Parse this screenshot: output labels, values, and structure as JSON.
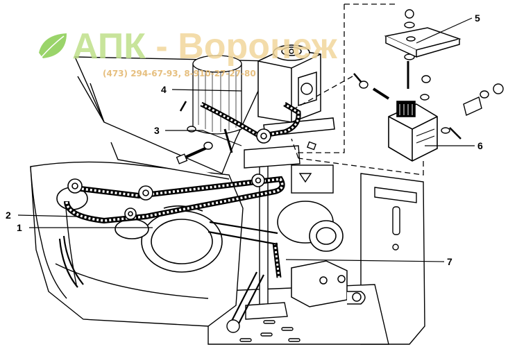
{
  "watermark": {
    "brand_left": "АПК",
    "brand_dash": " - ",
    "brand_right": "Воронеж",
    "phones": "(473) 294-67-93, 8-910-27-27-80",
    "leaf_color": "#8fcf5a",
    "text_color_left": "#bfe08a",
    "text_color_right": "#f1d79c"
  },
  "callouts": [
    {
      "id": "1",
      "label": "1"
    },
    {
      "id": "2",
      "label": "2"
    },
    {
      "id": "3",
      "label": "3"
    },
    {
      "id": "4",
      "label": "4"
    },
    {
      "id": "5",
      "label": "5"
    },
    {
      "id": "6",
      "label": "6"
    },
    {
      "id": "7",
      "label": "7"
    }
  ]
}
